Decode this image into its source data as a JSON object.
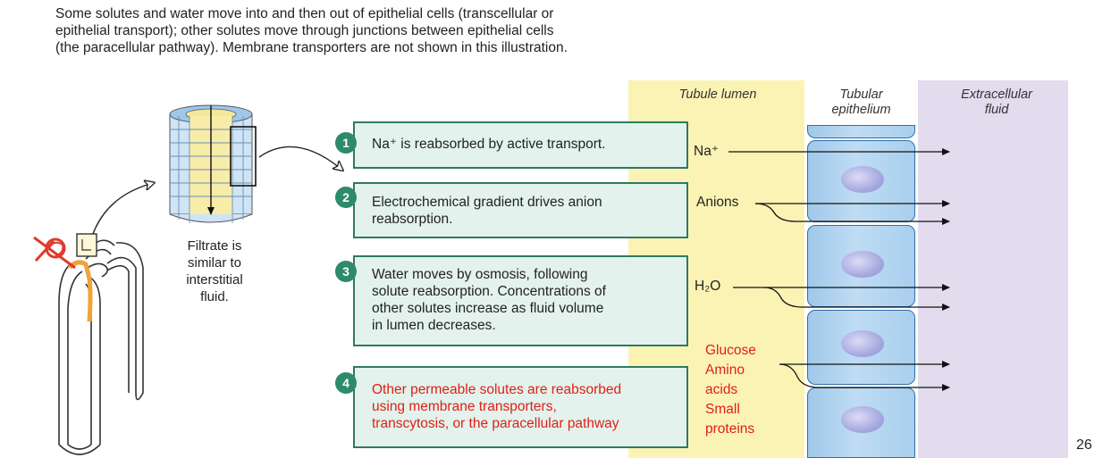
{
  "intro": {
    "line1": "Some solutes and water move into and then out of epithelial cells (transcellular or",
    "line2": "epithelial transport); other solutes move through junctions between epithelial cells",
    "line3": "(the paracellular pathway). Membrane transporters are not shown in this illustration."
  },
  "columns": {
    "lumen": "Tubule lumen",
    "epithelium_1": "Tubular",
    "epithelium_2": "epithelium",
    "ecf_1": "Extracellular",
    "ecf_2": "fluid"
  },
  "filtrate": {
    "line1": "Filtrate is",
    "line2": "similar to",
    "line3": "interstitial",
    "line4": "fluid."
  },
  "steps": [
    {
      "num": "1",
      "lines": [
        "Na⁺ is reabsorbed by active transport."
      ]
    },
    {
      "num": "2",
      "lines": [
        "Electrochemical gradient drives anion",
        "reabsorption."
      ]
    },
    {
      "num": "3",
      "lines": [
        "Water moves by osmosis, following",
        "solute reabsorption. Concentrations of",
        "other solutes increase as fluid volume",
        "in lumen decreases."
      ]
    },
    {
      "num": "4",
      "lines": [
        "Other permeable solutes are reabsorbed",
        "using membrane transporters,",
        "transcytosis, or the paracellular pathway"
      ]
    }
  ],
  "molecules": {
    "na": "Na⁺",
    "anions": "Anions",
    "water": "H₂O",
    "glucose": "Glucose",
    "amino_1": "Amino",
    "amino_2": "acids",
    "small_1": "Small",
    "small_2": "proteins"
  },
  "colors": {
    "step_border": "#2d7a63",
    "step_fill": "#e3f2ec",
    "highlight_text": "#e01f16",
    "lumen": "#fbf3b4",
    "extracellular": "#e2dcee",
    "cell": "#a8cfee"
  },
  "page_number": "26"
}
